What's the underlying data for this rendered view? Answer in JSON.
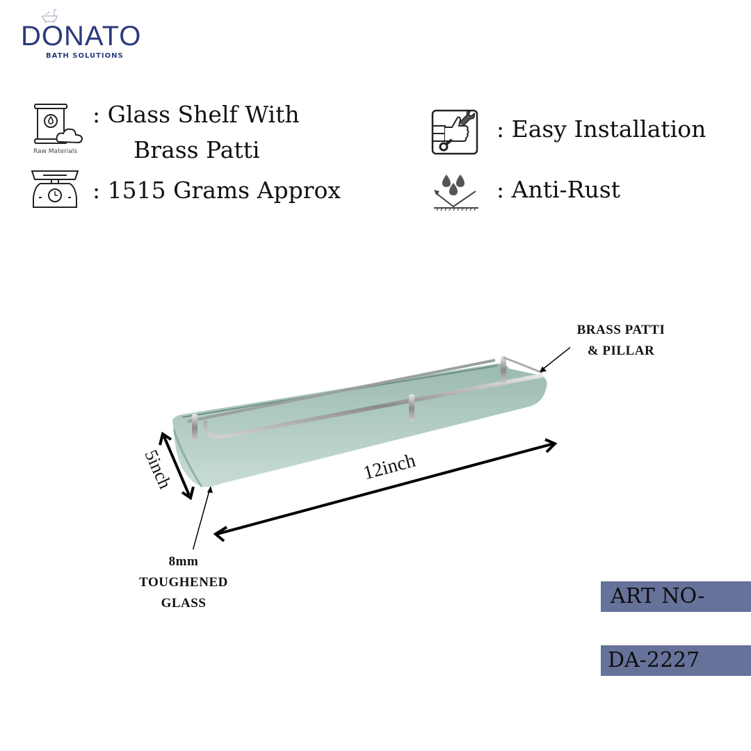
{
  "brand": {
    "name": "DONATO",
    "tagline": "BATH SOLUTIONS",
    "color": "#2c3a7c"
  },
  "features": [
    {
      "icon": "raw-materials-icon",
      "icon_label": "Raw Materials",
      "line1": ": Glass Shelf With",
      "line2": "Brass Patti"
    },
    {
      "icon": "weighing-scale-icon",
      "text": ": 1515 Grams Approx"
    },
    {
      "icon": "easy-installation-icon",
      "text": ": Easy Installation"
    },
    {
      "icon": "anti-rust-icon",
      "text": ": Anti-Rust"
    }
  ],
  "product": {
    "image": "glass-shelf-with-brass-rail",
    "callouts": {
      "rail": [
        "BRASS PATTI",
        "& PILLAR"
      ],
      "glass": [
        "8mm",
        "TOUGHENED",
        "GLASS"
      ]
    },
    "dimensions": {
      "width": "5inch",
      "length": "12inch"
    }
  },
  "article": {
    "label": "ART NO-",
    "number": "DA-2227",
    "box_color": "#67729a"
  }
}
